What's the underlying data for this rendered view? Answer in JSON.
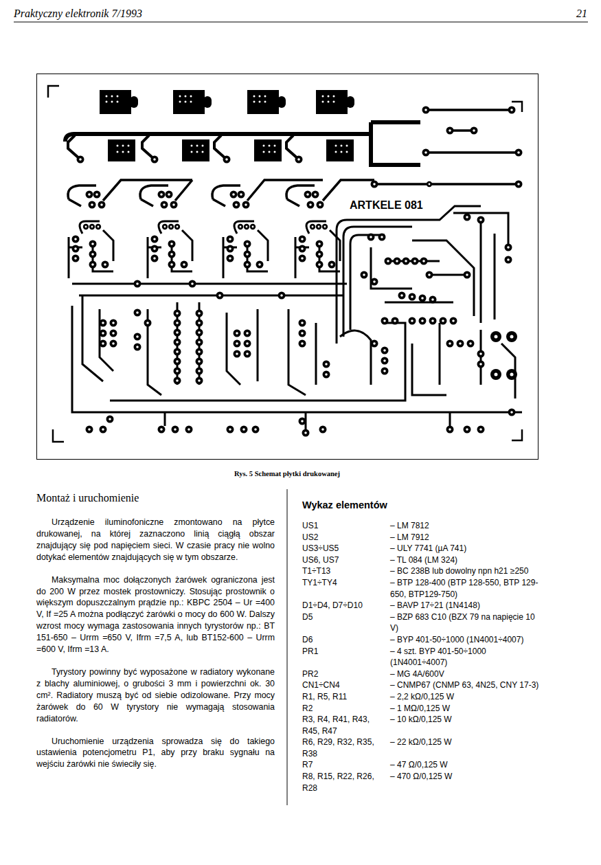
{
  "diagram": {
    "caption": "Rys. 5 Schemat płytki drukowanej",
    "labels": [
      "Praktyczny elektronik 7/1993",
      "21",
      "ARTKELE 081",
      "Montaż i uruchomienie",
      "Urządzenie iluminofoniczne zmontowano na płytce drukowanej, na której zaznaczono linią ciągłą obszar znajdujący się pod napięciem sieci. W czasie pracy nie wolno dotykać elementów znajdujących się w tym obszarze.",
      "Maksymalna moc dołączonych żarówek ograniczona jest do 200 W przez mostek prostowniczy. Stosując prostownik o większym dopuszczalnym prądzie np.: KBPC 2504 – Ur =400 V, If =25 A można podłączyć żarówki o mocy do 600 W. Dalszy wzrost mocy wymaga zastosowania innych tyrystorów np.: BT 151-650 – Urrm =650 V, Ifrm =7,5 A, lub BT152-600 – Urrm =600 V, Ifrm =13 A.",
      "Tyrystory powinny być wyposażone w radiatory wykonane z blachy aluminiowej, o grubości 3 mm i powierzchni ok. 30 cm². Radiatory muszą być od siebie odizolowane. Przy mocy żarówek do 60 W tyrystory nie wymagają stosowania radiatorów.",
      "Uruchomienie urządzenia sprowadza się do takiego ustawienia potencjometru P1, aby przy braku sygnału na wejściu żarówki nie świeciły się.",
      "Wykaz elementów",
      "US1",
      "– LM 7812",
      "US2",
      "– LM 7912",
      "US3÷US5",
      "– ULY 7741 (µA 741)",
      "US6, US7",
      "– TL 084 (LM 324)",
      "T1÷T13",
      "– BC 238B lub dowolny npn h21 ≥250",
      "TY1÷TY4",
      "– BTP 128-400 (BTP 128-550, BTP 129-650, BTP129-750)",
      "D1÷D4, D7÷D10",
      "– BAVP 17÷21 (1N4148)",
      "D5",
      "– BZP 683 C10 (BZX 79 na napięcie 10 V)",
      "D6",
      "– BYP 401-50÷1000 (1N4001÷4007)",
      "PR1",
      "– 4 szt. BYP 401-50÷1000 (1N4001÷4007)",
      "PR2",
      "– MG 4A/600V",
      "CN1÷CN4",
      "– CNMP67 (CNMP 63, 4N25, CNY 17-3)",
      "R1, R5, R11",
      "– 2,2 kΩ/0,125 W",
      "R2",
      "– 1 MΩ/0,125 W",
      "R3, R4, R41, R43, R45, R47",
      "– 10 kΩ/0,125 W",
      "R6, R29, R32, R35, R38",
      "– 22 kΩ/0,125 W",
      "R7",
      "– 47 Ω/0,125 W",
      "R8, R15, R22, R26, R28",
      "– 470 Ω/0,125 W"
    ]
  }
}
